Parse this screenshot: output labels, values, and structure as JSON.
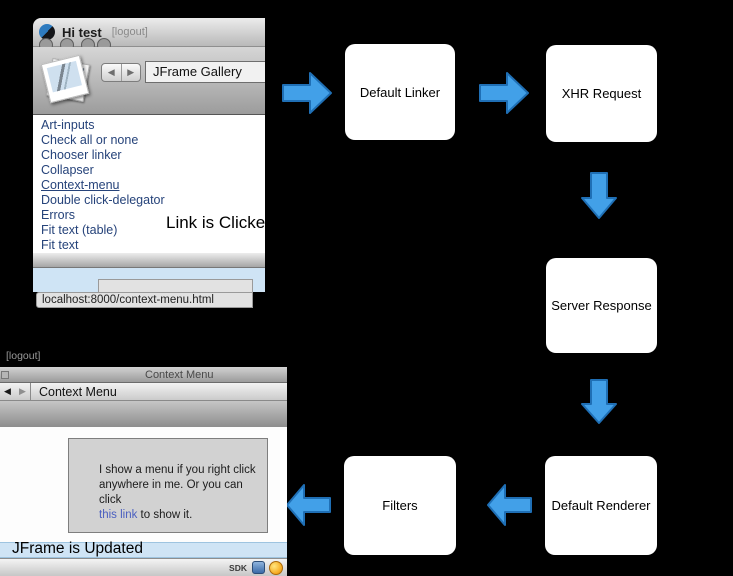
{
  "colors": {
    "arrow_fill": "#42a0e8",
    "arrow_stroke": "#1f6fb5",
    "link_blue": "#26437a",
    "content_link_blue": "#4a5fc0",
    "highlight_blue": "#cfe4f5"
  },
  "flow": {
    "boxes": [
      {
        "label": "Default Linker"
      },
      {
        "label": "XHR Request"
      },
      {
        "label": "Server Response"
      },
      {
        "label": "Default Renderer"
      },
      {
        "label": "Filters"
      }
    ]
  },
  "top_window": {
    "title": "Hi test",
    "logout": "[logout]",
    "back_glyph": "◀",
    "forward_glyph": "▶",
    "gallery_label": "JFrame Gallery",
    "links": [
      "Art-inputs",
      "Check all or none",
      "Chooser linker",
      "Collapser",
      "Context-menu",
      "Double click-delegator",
      "Errors",
      "Fit text (table)",
      "Fit text"
    ],
    "caption": "Link is Clicked",
    "status_url": "localhost:8000/context-menu.html"
  },
  "bottom_window": {
    "logout": "[logout]",
    "window_title": "Context Menu",
    "back_glyph": "◀",
    "forward_glyph": "▶",
    "nav_title": "Context Menu",
    "content_line1": "I show a menu if you right click",
    "content_line2": "anywhere in me. Or you can click",
    "content_link": "this link",
    "content_tail": " to show it.",
    "caption": "JFrame is Updated",
    "taskbar_sdk": "SDK"
  }
}
